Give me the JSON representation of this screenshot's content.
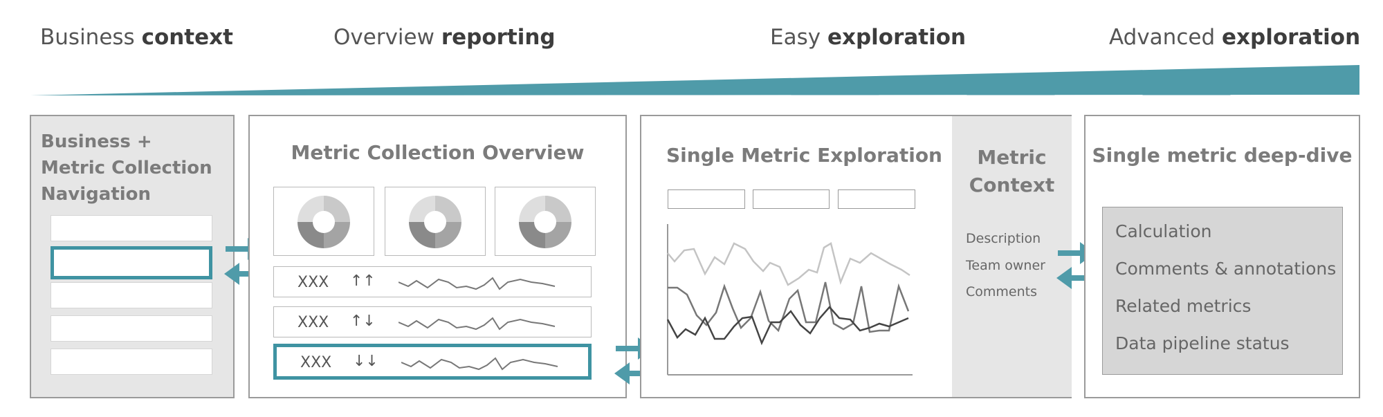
{
  "stages": [
    {
      "normal": "Business ",
      "bold": "context"
    },
    {
      "normal": "Overview ",
      "bold": "reporting"
    },
    {
      "normal": "Easy ",
      "bold": "exploration"
    },
    {
      "normal": "Advanced ",
      "bold": "exploration"
    }
  ],
  "colors": {
    "accent": "#4f9ba9",
    "panel_gray": "#e6e6e6",
    "deep_gray": "#d6d6d6"
  },
  "nav_panel": {
    "title_lines": [
      "Business +",
      "Metric Collection",
      "Navigation"
    ]
  },
  "overview_panel": {
    "title": "Metric Collection Overview",
    "rows": [
      {
        "label": "XXX",
        "arrows": "↑↑"
      },
      {
        "label": "XXX",
        "arrows": "↑↓"
      },
      {
        "label": "XXX",
        "arrows": "↓↓"
      }
    ]
  },
  "exploration_panel": {
    "title": "Single Metric Exploration"
  },
  "context_panel": {
    "title_lines": [
      "Metric",
      "Context"
    ],
    "items": [
      "Description",
      "Team owner",
      "Comments"
    ]
  },
  "deep_dive_panel": {
    "title": "Single metric deep-dive",
    "items": [
      "Calculation",
      "Comments & annotations",
      "Related metrics",
      "Data pipeline status"
    ]
  }
}
